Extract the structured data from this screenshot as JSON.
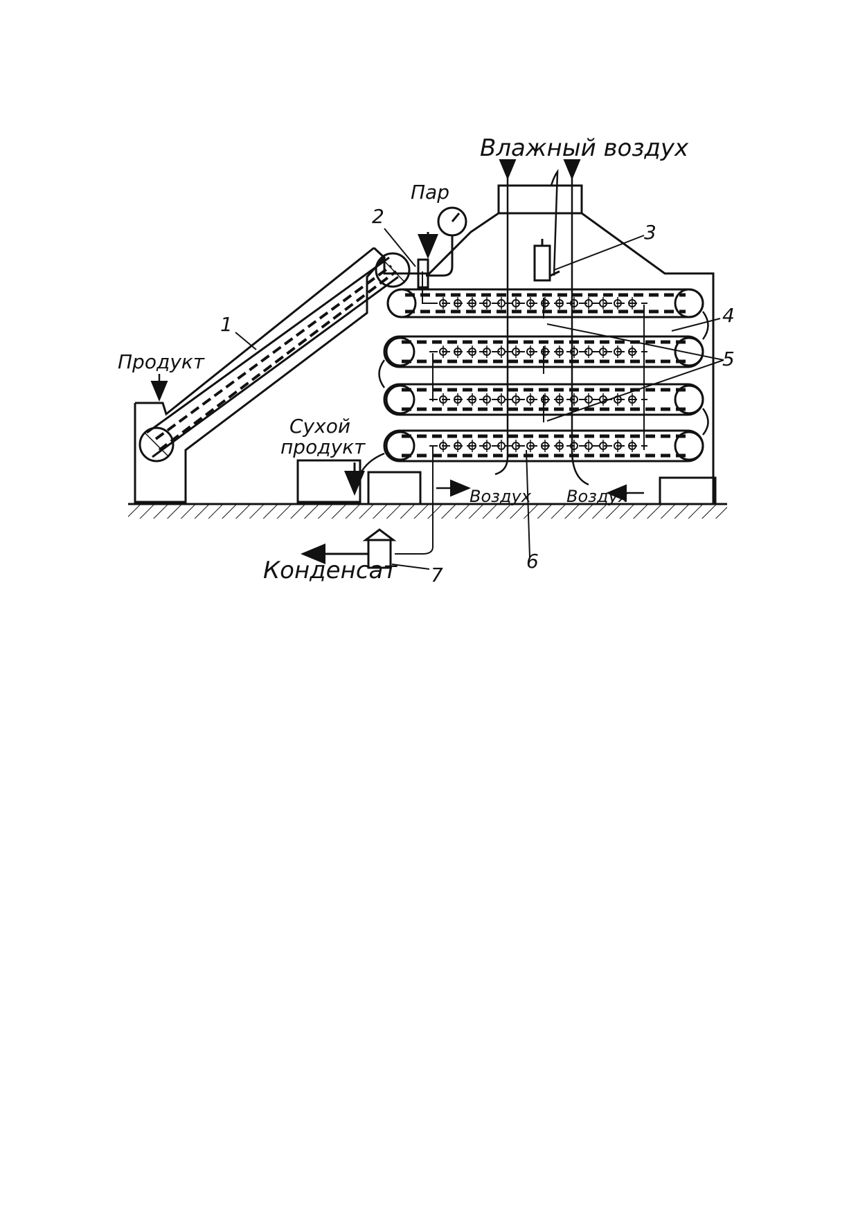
{
  "labels": {
    "moist_air": "Влажный воздух",
    "steam": "Пар",
    "product": "Продукт",
    "dry_product_line1": "Сухой",
    "dry_product_line2": "продукт",
    "air_left": "Воздух",
    "air_right": "Воздух",
    "condensate": "Конденсат"
  },
  "numbers": {
    "n1": "1",
    "n2": "2",
    "n3": "3",
    "n4": "4",
    "n5": "5",
    "n6": "6",
    "n7": "7"
  }
}
